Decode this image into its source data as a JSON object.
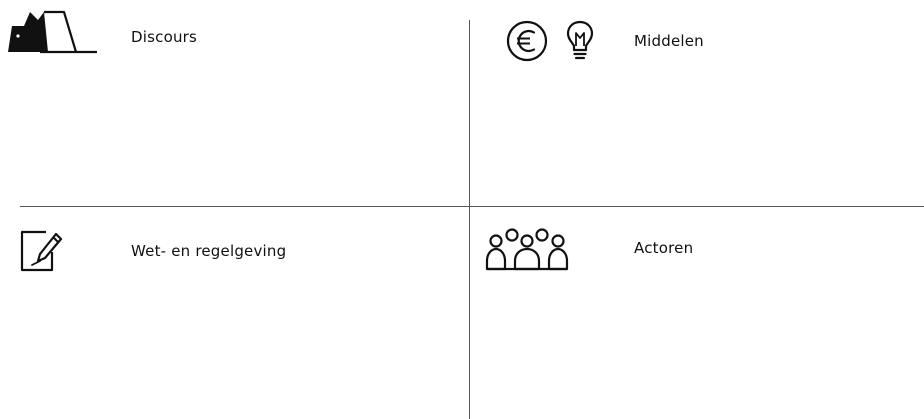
{
  "quadrants": {
    "discours": {
      "label": "Discours",
      "icons": [
        "landscape-icon"
      ]
    },
    "middelen": {
      "label": "Middelen",
      "icons": [
        "euro-coin-icon",
        "lightbulb-icon"
      ]
    },
    "wet_regelgeving": {
      "label": "Wet- en regelgeving",
      "icons": [
        "document-pencil-icon"
      ]
    },
    "actoren": {
      "label": "Actoren",
      "icons": [
        "people-group-icon"
      ]
    }
  },
  "colors": {
    "ink": "#111111",
    "divider": "#555555",
    "background": "#ffffff"
  }
}
